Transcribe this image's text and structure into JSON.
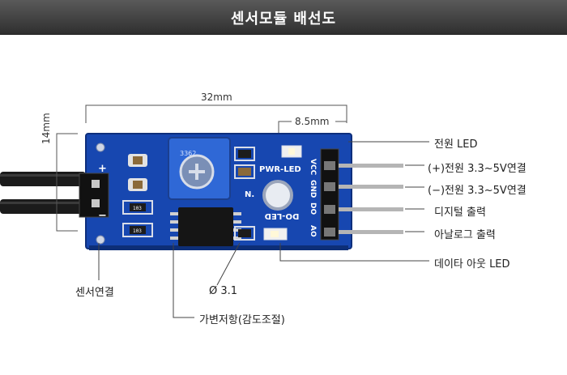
{
  "header": {
    "title": "센서모듈 배선도"
  },
  "dimensions": {
    "width": "32mm",
    "pitch": "8.5mm",
    "height": "14mm"
  },
  "labels": {
    "power_led": "전원 LED",
    "vcc": "(+)전원 3.3~5V연결",
    "gnd": "(−)전원 3.3~5V연결",
    "digital_out": "디지털 출력",
    "analog_out": "아날로그 출력",
    "data_out_led": "데이타 아웃 LED",
    "sensor_connect": "센서연결",
    "hole": "Ø 3.1",
    "potentiometer": "가변저항(감도조절)"
  },
  "board": {
    "pwr_led": "PWR-LED",
    "do_led": "DO-LED",
    "plus": "+",
    "minus": "−",
    "n_label": "N.",
    "pins": [
      "VCC",
      "GND",
      "DO",
      "AO"
    ],
    "pot_code": "3362",
    "resistors": [
      "103",
      "103"
    ]
  },
  "colors": {
    "board": "#1747b0",
    "header": "#3d3d3d",
    "pot": "#2f68d6"
  }
}
